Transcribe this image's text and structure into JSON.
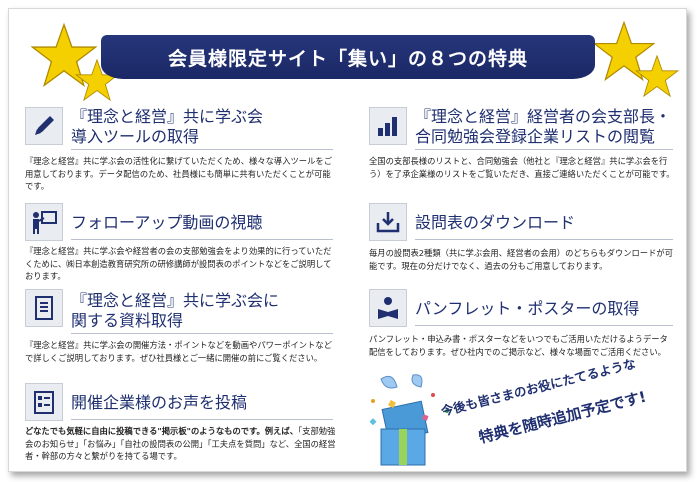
{
  "banner": {
    "title": "会員様限定サイト「集い」の８つの特典"
  },
  "features": {
    "f1": {
      "title_lines": [
        "『理念と経営』共に学ぶ会",
        "導入ツールの取得"
      ],
      "desc": "『理念と経営』共に学ぶ会の活性化に繋げていただくため、様々な導入ツールをご用意しております。データ配信のため、社員様にも簡単に共有いただくことが可能です。",
      "icon": "pen-icon"
    },
    "f2": {
      "title_lines": [
        "『理念と経営』経営者の会支部長・",
        "合同勉強会登録企業リストの閲覧"
      ],
      "desc": "全国の支部長様のリストと、合同勉強会（他社と『理念と経営』共に学ぶ会を行う）を了承企業様のリストをご覧いただき、直接ご連絡いただくことが可能です。",
      "icon": "bar-chart-icon"
    },
    "f3": {
      "title_lines": [
        "フォローアップ動画の視聴"
      ],
      "desc": "『理念と経営』共に学ぶ会や経営者の会の支部勉強会をより効果的に行っていただくために、㈱日本創造教育研究所の研修講師が設問表のポイントなどをご説明しております。",
      "icon": "presenter-icon"
    },
    "f4": {
      "title_lines": [
        "設問表のダウンロード"
      ],
      "desc": "毎月の設問表2種類（共に学ぶ会用、経営者の会用）のどちらもダウンロードが可能です。現在の分だけでなく、過去の分もご用意しております。",
      "icon": "download-icon"
    },
    "f5": {
      "title_lines": [
        "『理念と経営』共に学ぶ会に",
        "関する資料取得"
      ],
      "desc": "『理念と経営』共に学ぶ会の開催方法・ポイントなどを動画やパワーポイントなどで詳しくご説明しております。ぜひ社員様とご一緒に開催の前にご覧ください。",
      "icon": "document-icon"
    },
    "f6": {
      "title_lines": [
        "パンフレット・ポスターの取得"
      ],
      "desc": "パンフレット・申込み書・ポスターなどをいつでもご活用いただけるようデータ配信をしております。ぜひ社内でのご掲示など、様々な場面でご活用ください。",
      "icon": "reader-icon"
    },
    "f7": {
      "title_lines": [
        "開催企業様のお声を投稿"
      ],
      "desc_bold": "どなたでも気軽に自由に投稿できる\"掲示板\"のようなものです。例えば、",
      "desc": "「支部勉強会のお知らせ」「お悩み」「自社の設問表の公開」「工夫点を質問」など、全国の経営者・幹部の方々と繋がりを持てる場です。",
      "icon": "checklist-icon"
    }
  },
  "badge": {
    "line1": "今後も皆さまのお役にたてるような",
    "line2": "特典を随時追加予定です!"
  },
  "colors": {
    "navy": "#1f2f70",
    "banner": "#1b2866",
    "star": "#f5d000"
  }
}
